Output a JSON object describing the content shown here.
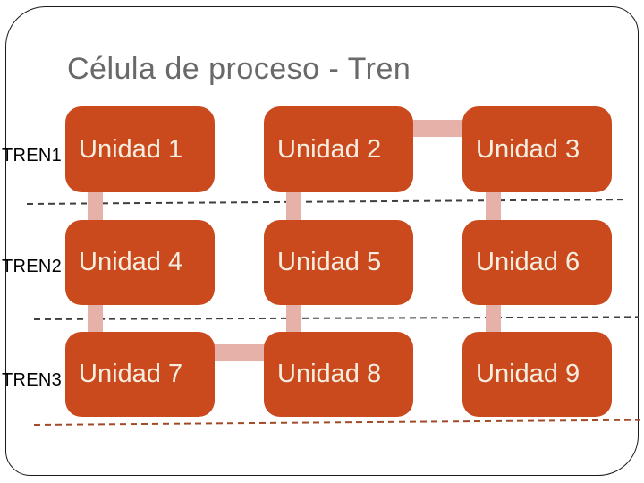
{
  "slide": {
    "title": "Célula de proceso - Tren",
    "trains": [
      {
        "label": "TREN1",
        "units": [
          "Unidad 1",
          "Unidad 2",
          "Unidad 3"
        ]
      },
      {
        "label": "TREN2",
        "units": [
          "Unidad 4",
          "Unidad 5",
          "Unidad 6"
        ]
      },
      {
        "label": "TREN3",
        "units": [
          "Unidad 7",
          "Unidad 8",
          "Unidad 9"
        ]
      }
    ]
  },
  "colors": {
    "unit_box": "#cb4a1d",
    "unit_text": "#f5eee0",
    "title_text": "#696969",
    "train_label_text": "#000000",
    "connector_pink": "#e5b1a8",
    "separator_gray": "#3f3f3f",
    "separator_red": "#a24a28",
    "slide_border": "#1a1a1a"
  }
}
